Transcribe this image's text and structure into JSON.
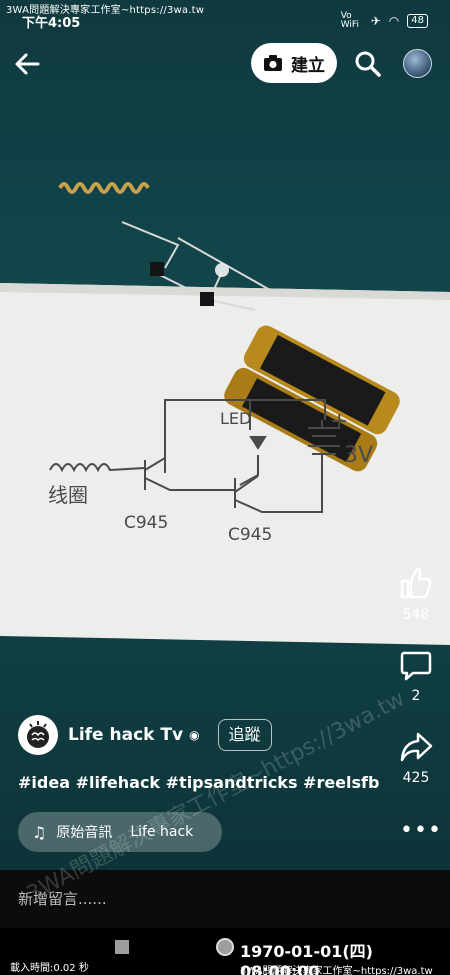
{
  "status_bar": {
    "watermark": "3WA問題解決專家工作室~https://3wa.tw",
    "time": "下午4:05",
    "network": "Vo WiFi",
    "battery": "48"
  },
  "top_nav": {
    "create_label": "建立"
  },
  "video": {
    "sketch_labels": {
      "led": "LED",
      "voltage": "3V",
      "coil": "线圈",
      "transistor1": "C945",
      "transistor2": "C945",
      "plus": "+"
    }
  },
  "actions": {
    "likes": "548",
    "comments": "2",
    "shares": "425"
  },
  "post": {
    "author": "Life hack Tv",
    "follow_label": "追蹤",
    "hashtags": "#idea #lifehack #tipsandtricks #reelsfb",
    "audio_label": "原始音訊",
    "audio_source": "Life hack"
  },
  "comment": {
    "placeholder": "新增留言......"
  },
  "bottom_bar": {
    "datetime": "1970-01-01(四) 08:00:00",
    "load_time": "載入時間:0.02 秒",
    "watermark": "3WA問題解決專家工作室~https://3wa.tw",
    "diagonal_watermark": "3WA問題解決專家工作室~https://3wa.tw"
  }
}
